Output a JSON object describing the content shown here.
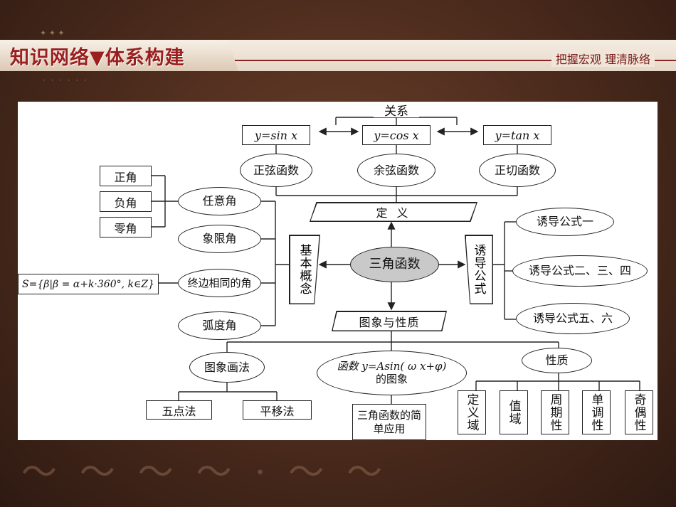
{
  "header": {
    "title": "知识网络▼体系构建",
    "right_slogan": "把握宏观  理清脉络"
  },
  "diagram": {
    "relation_label": "关系",
    "functions": [
      "y=sin x",
      "y=cos x",
      "y=tan x"
    ],
    "function_names": [
      "正弦函数",
      "余弦函数",
      "正切函数"
    ],
    "definition": "定    义",
    "center": "三角函数",
    "basic_concepts_label": "基本概念",
    "induction_label": "诱导公式",
    "angle_types": [
      "任意角",
      "象限角",
      "终边相同的角",
      "弧度角"
    ],
    "sign_angles": [
      "正角",
      "负角",
      "零角"
    ],
    "coterminal_formula": "S={β|β = α+k·360°, k∈Z}",
    "induction_formulas": [
      "诱导公式一",
      "诱导公式二、三、四",
      "诱导公式五、六"
    ],
    "graph_properties": "图象与性质",
    "graph_methods": "图象画法",
    "graph_method_items": [
      "五点法",
      "平移法"
    ],
    "function_graph_line1": "函数 y=Asin( ω x+φ)",
    "function_graph_line2": "的图象",
    "simple_application": "三角函数的简单应用",
    "properties": "性质",
    "property_items": [
      "定义域",
      "值域",
      "周期性",
      "单调性",
      "奇偶性"
    ]
  }
}
